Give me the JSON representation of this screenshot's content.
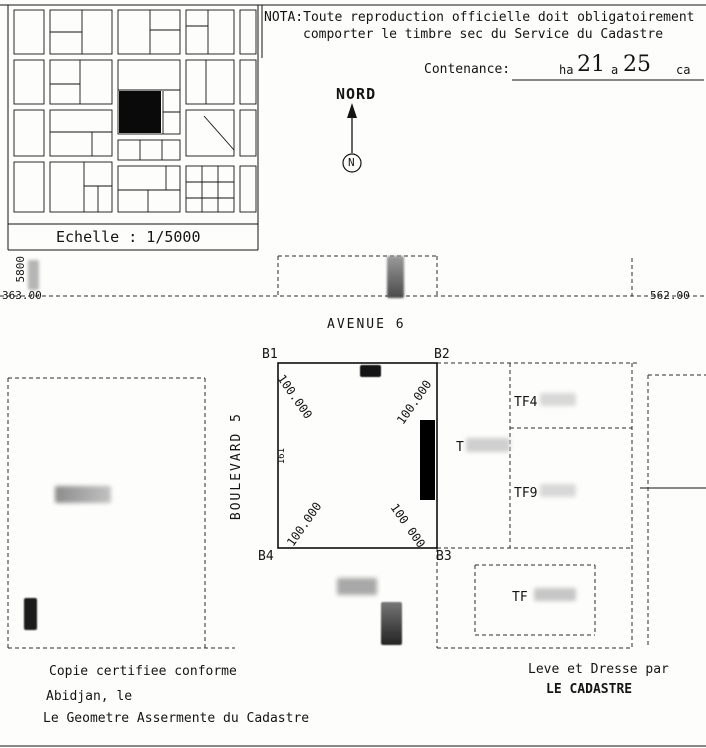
{
  "nota": {
    "line1": "NOTA:Toute reproduction officielle doit obligatoirement",
    "line2": "comporter le timbre sec du Service du Cadastre"
  },
  "contenance": {
    "label": "Contenance:",
    "ha_label": "ha",
    "ha_value": "21",
    "a_label": "a",
    "a_value": "25",
    "ca_label": "ca"
  },
  "compass": {
    "title": "NORD",
    "letter": "N"
  },
  "inset_map": {
    "scale_label": "Echelle : 1/5000"
  },
  "coords": {
    "left_vertical": "5800",
    "left_street": "363.00",
    "right_street": "562.00"
  },
  "streets": {
    "avenue": "AVENUE 6",
    "boulevard": "BOULEVARD 5"
  },
  "plot": {
    "corner_b1": "B1",
    "corner_b2": "B2",
    "corner_b3": "B3",
    "corner_b4": "B4",
    "side_top_left": "100.000",
    "side_top_right": "100.000",
    "side_bottom_left": "100.000",
    "side_bottom_right": "100 000",
    "left_tick": "161"
  },
  "parcels": {
    "tf_right_top": "TF4",
    "tf_center": "T",
    "tf_right_mid": "TF9",
    "tf_bottom": "TF"
  },
  "footer": {
    "certified": "Copie certifiee conforme",
    "city": "Abidjan, le",
    "surveyor": "Le Geometre Assermente du Cadastre",
    "leve": "Leve et Dresse par",
    "cadastre": "LE CADASTRE"
  }
}
